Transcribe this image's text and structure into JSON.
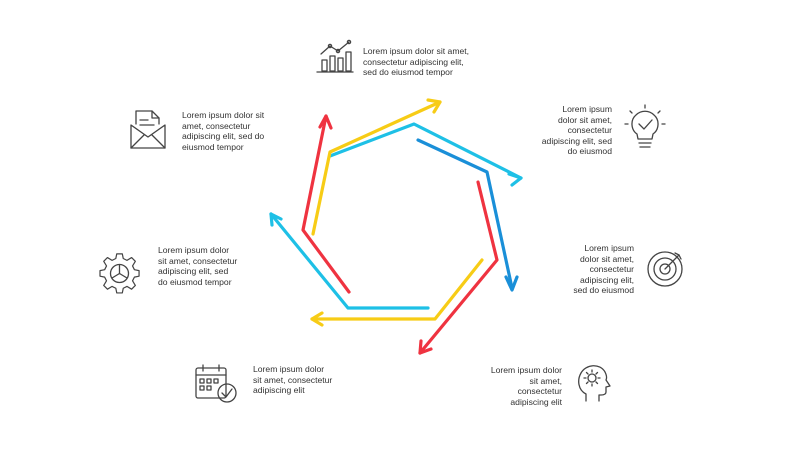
{
  "colors": {
    "red": "#ef3340",
    "yellow": "#f7cc16",
    "cyan": "#1ec0e6",
    "blue": "#1a8fd8",
    "icon": "#444444",
    "text": "#333333"
  },
  "items": [
    {
      "icon": "chart-icon",
      "text": "Lorem ipsum dolor sit amet,\nconsectetur adipiscing elit,\nsed do eiusmod tempor"
    },
    {
      "icon": "lightbulb-icon",
      "text": "Lorem ipsum\ndolor sit amet,\nconsectetur\nadipiscing elit, sed\ndo eiusmod"
    },
    {
      "icon": "target-icon",
      "text": "Lorem ipsum\ndolor sit amet,\nconsectetur\nadipiscing elit,\nsed do eiusmod"
    },
    {
      "icon": "head-gear-icon",
      "text": "Lorem ipsum dolor\nsit amet,\nconsectetur\nadipiscing elit"
    },
    {
      "icon": "calendar-check-icon",
      "text": "Lorem ipsum dolor\nsit amet, consectetur\nadipiscing elit"
    },
    {
      "icon": "gear-icon",
      "text": "Lorem ipsum dolor\nsit amet, consectetur\nadipiscing elit, sed\ndo eiusmod tempor"
    },
    {
      "icon": "envelope-document-icon",
      "text": "Lorem ipsum dolor sit\namet, consectetur\nadipiscing elit, sed do\neiusmod tempor"
    }
  ]
}
